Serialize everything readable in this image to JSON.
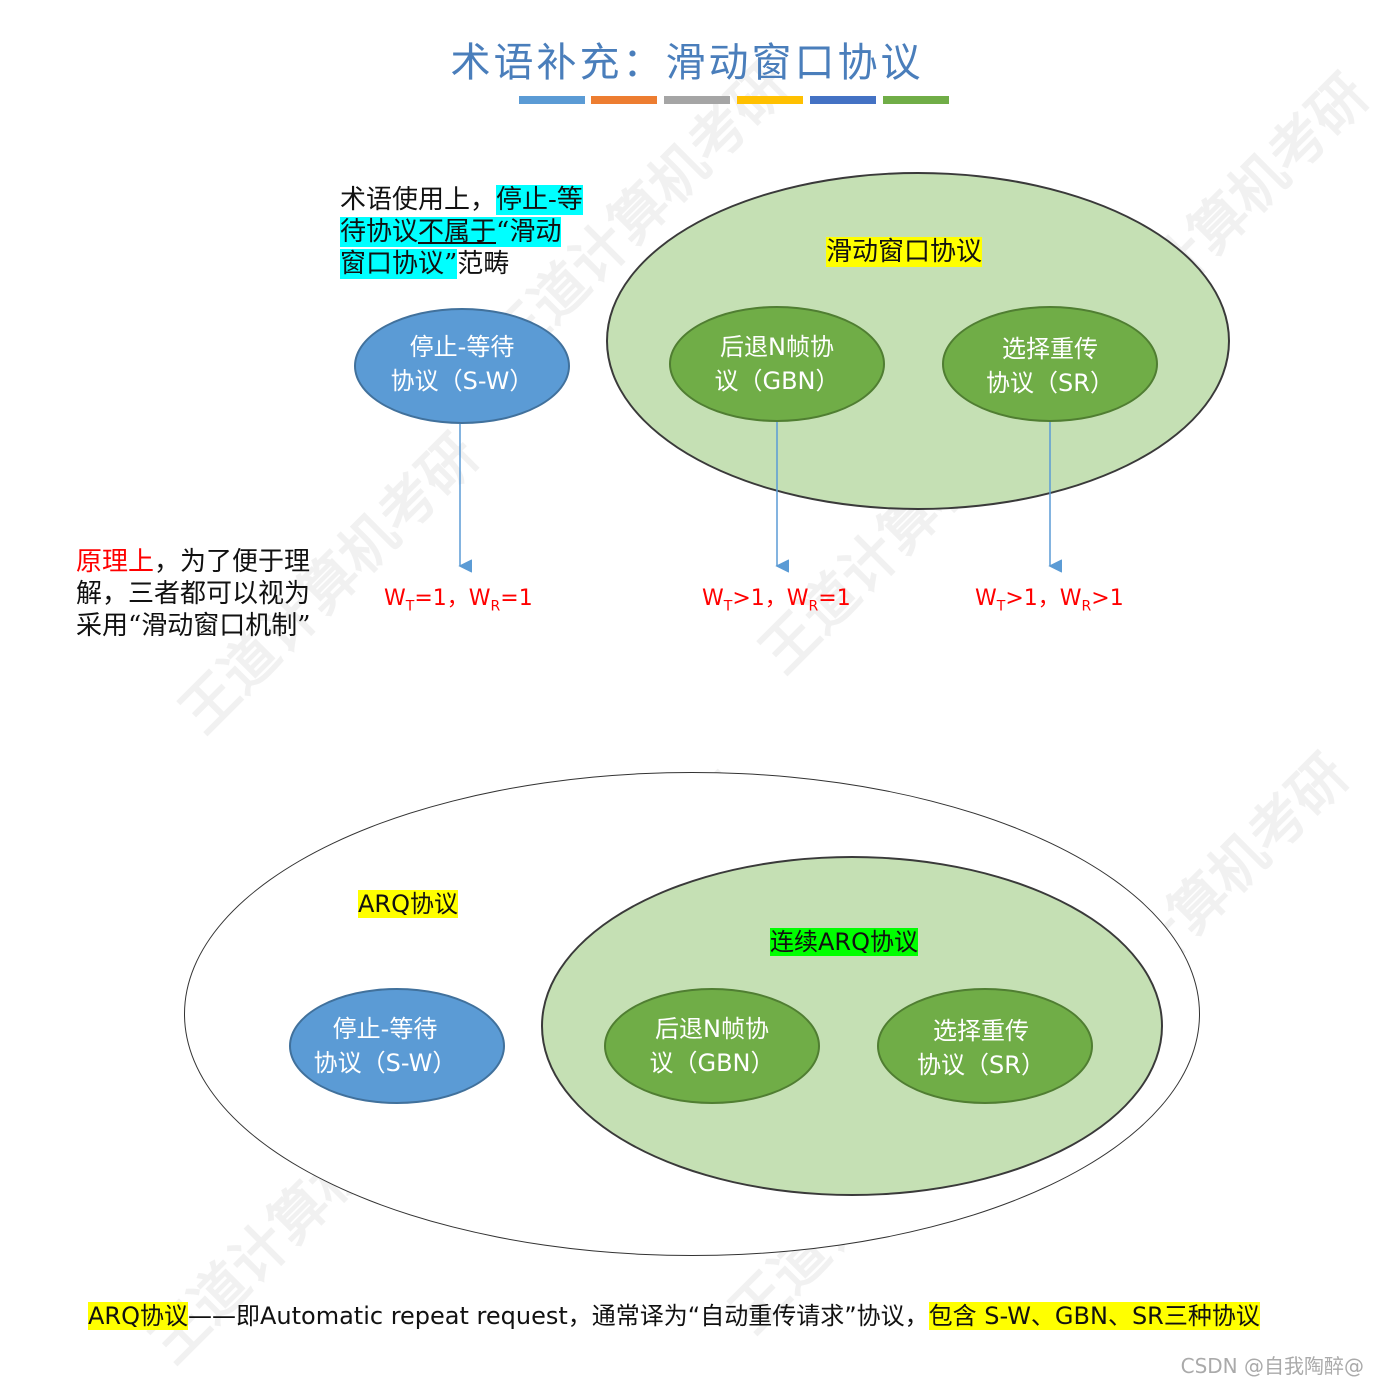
{
  "title": "术语补充：滑动窗口协议",
  "bar_colors": [
    "#5b9bd5",
    "#ed7d31",
    "#a5a5a5",
    "#ffc000",
    "#4472c4",
    "#70ad47"
  ],
  "note_top": {
    "p1": "术语使用上，",
    "p2": "停止-等",
    "p3": "待协议",
    "p4": "不属于",
    "p5": "“滑动",
    "p6": "窗口协议”",
    "p7": "范畴"
  },
  "sliding_label": "滑动窗口协议",
  "sw_line1": "停止-等待",
  "sw_line2": "协议（S-W）",
  "gbn_line1": "后退N帧协",
  "gbn_line2": "议（GBN）",
  "sr_line1": "选择重传",
  "sr_line2": "协议（SR）",
  "note_left": {
    "red": "原理上",
    "rest1": "，为了便于理",
    "line2": "解，三者都可以视为",
    "line3": "采用“滑动窗口机制”"
  },
  "w_sw": {
    "a": "W",
    "as": "T",
    "av": "=1，",
    "b": "W",
    "bs": "R",
    "bv": "=1"
  },
  "w_gbn": {
    "a": "W",
    "as": "T",
    "av": ">1，",
    "b": "W",
    "bs": "R",
    "bv": "=1"
  },
  "w_sr": {
    "a": "W",
    "as": "T",
    "av": ">1，",
    "b": "W",
    "bs": "R",
    "bv": ">1"
  },
  "arq_label": "ARQ协议",
  "continuous_label": "连续ARQ协议",
  "sw2_line1": "停止-等待",
  "sw2_line2": "协议（S-W）",
  "gbn2_line1": "后退N帧协",
  "gbn2_line2": "议（GBN）",
  "sr2_line1": "选择重传",
  "sr2_line2": "协议（SR）",
  "footer": {
    "arq": "ARQ协议",
    "mid": "——即Automatic repeat request，通常译为“自动重传请求”协议，",
    "tail": "包含 S-W、GBN、SR三种协议"
  },
  "watermark": "王道计算机考研",
  "csdn": "CSDN @自我陶醉@"
}
